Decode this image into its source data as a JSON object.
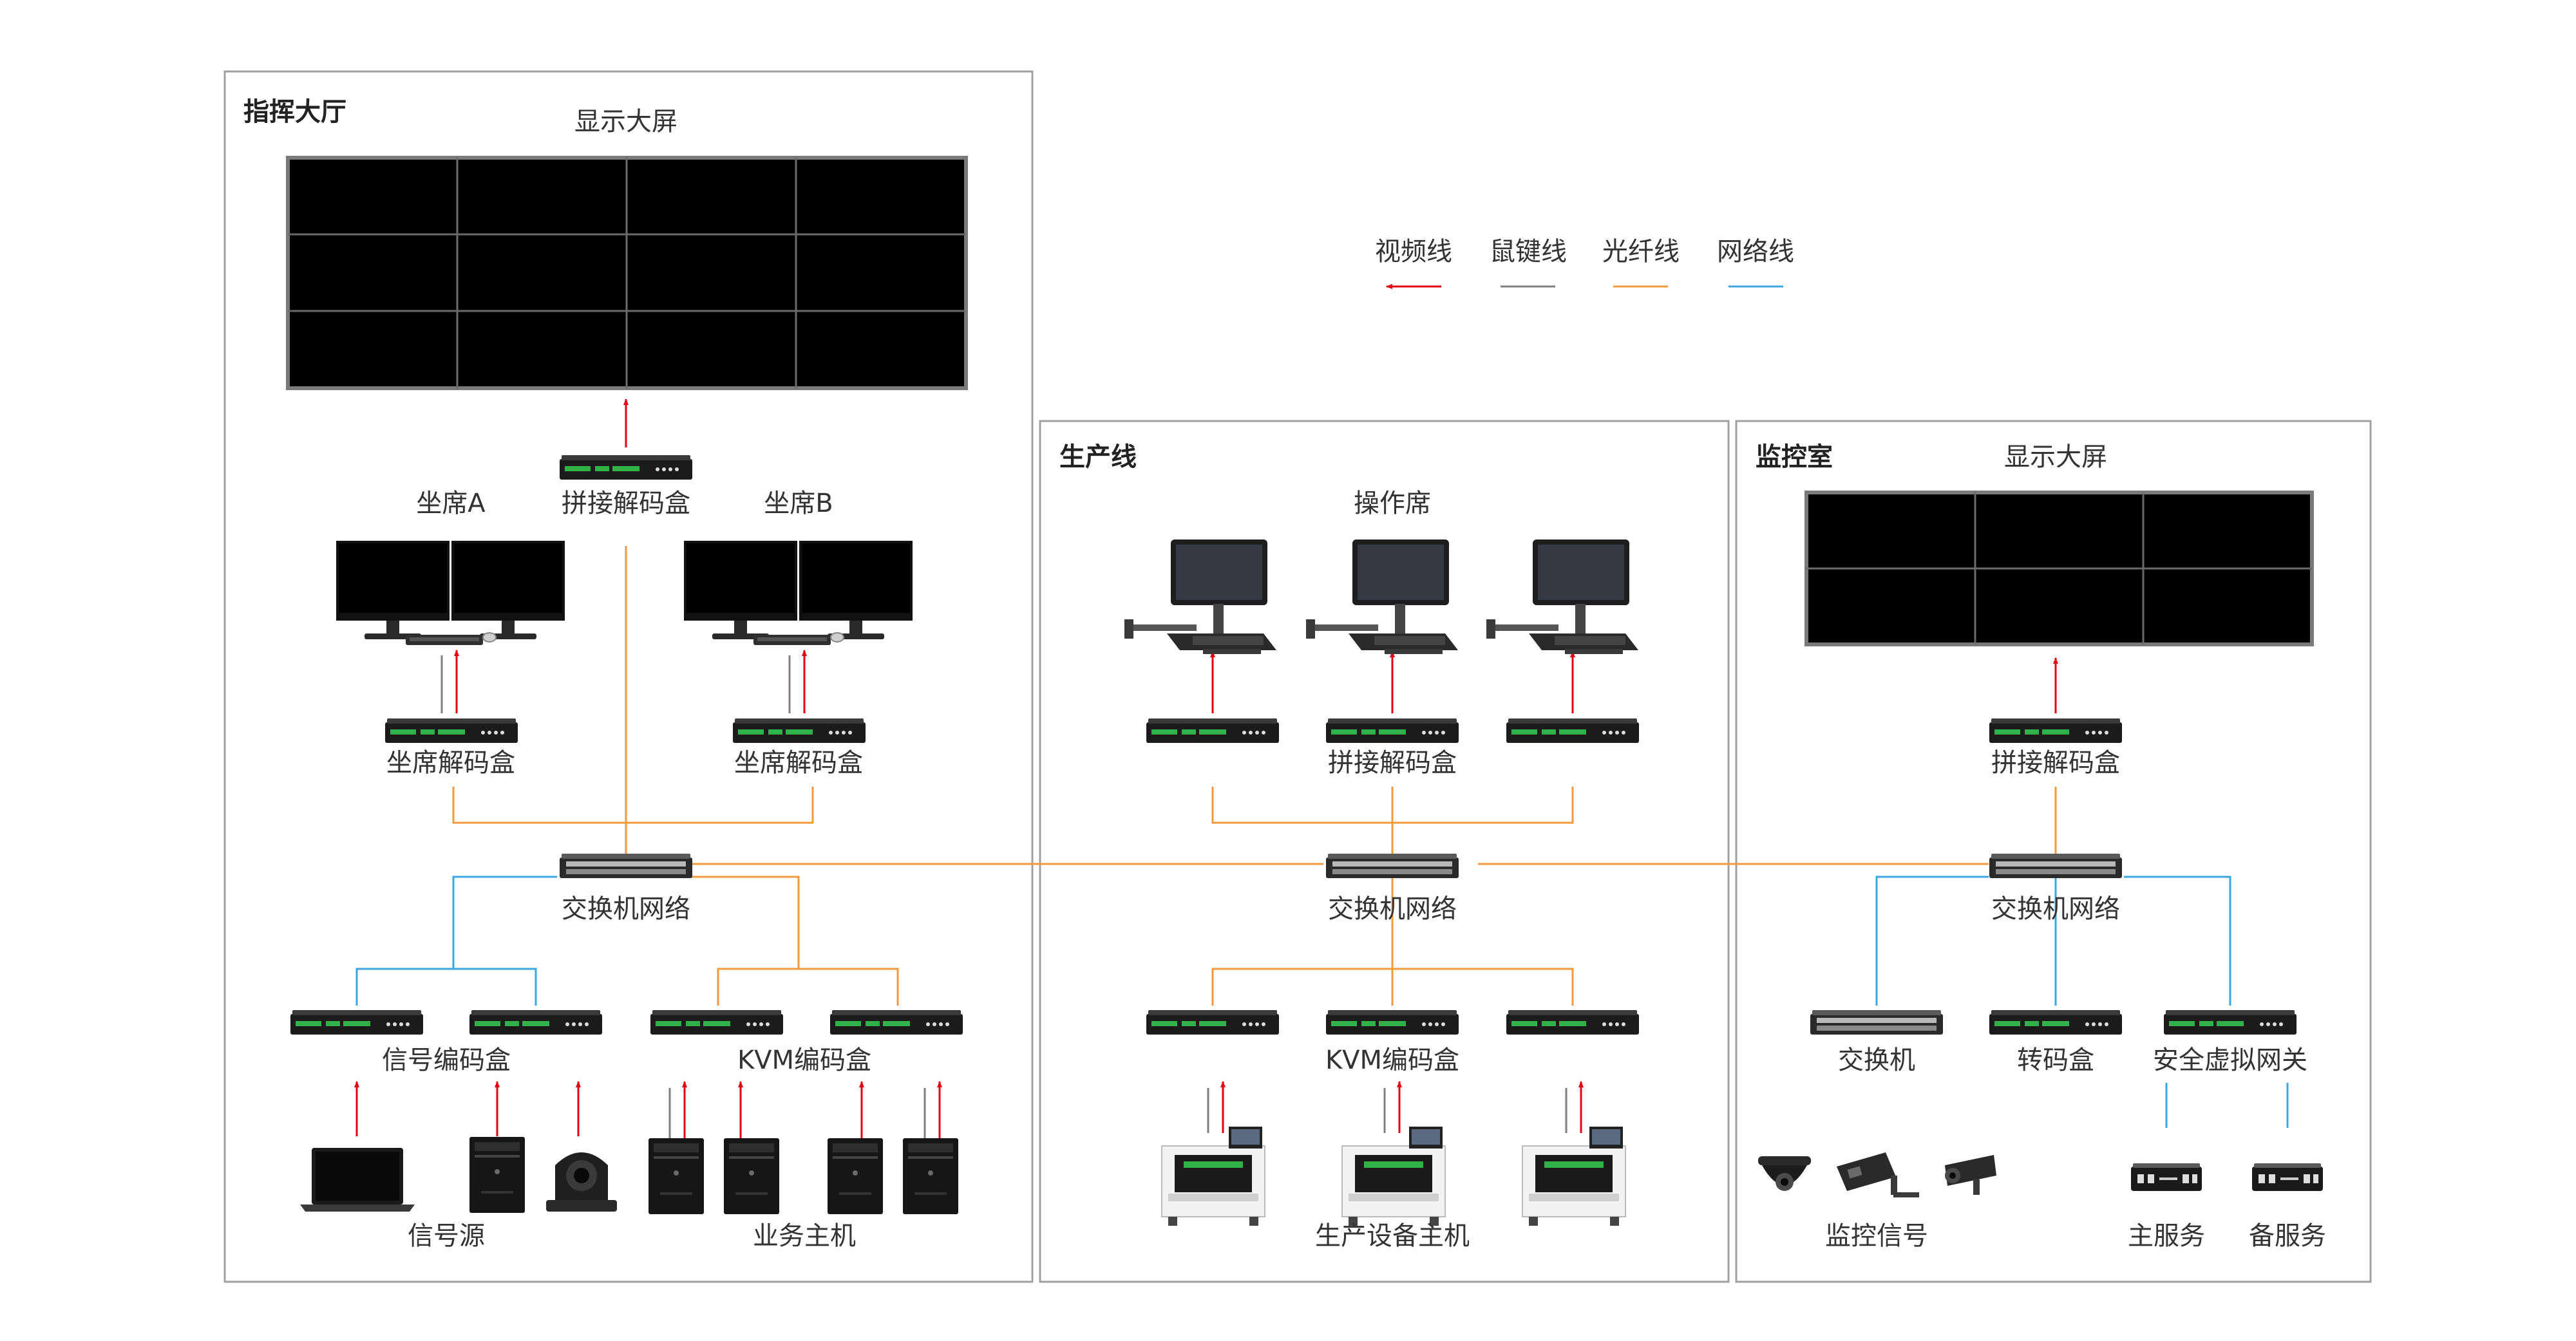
{
  "colors": {
    "video": "#e60012",
    "kvm": "#7f7f7f",
    "fiber": "#f39a3c",
    "network": "#3aa6dd",
    "panel_border": "#a0a0a0",
    "screen_fill": "#000000"
  },
  "legend": {
    "video": "视频线",
    "kvm": "鼠键线",
    "fiber": "光纤线",
    "network": "网络线"
  },
  "command_hall": {
    "title": "指挥大厅",
    "screen_label": "显示大屏",
    "splice_decoder": "拼接解码盒",
    "seat_a": "坐席A",
    "seat_b": "坐席B",
    "seat_decoder": "坐席解码盒",
    "switch_network": "交换机网络",
    "signal_encoder": "信号编码盒",
    "kvm_encoder": "KVM编码盒",
    "signal_source": "信号源",
    "business_host": "业务主机"
  },
  "production_line": {
    "title": "生产线",
    "operator_station": "操作席",
    "splice_decoder": "拼接解码盒",
    "switch_network": "交换机网络",
    "kvm_encoder": "KVM编码盒",
    "production_host": "生产设备主机"
  },
  "monitor_room": {
    "title": "监控室",
    "screen_label": "显示大屏",
    "splice_decoder": "拼接解码盒",
    "switch_network": "交换机网络",
    "switch": "交换机",
    "transcoder": "转码盒",
    "security_gateway": "安全虚拟网关",
    "monitor_signal": "监控信号",
    "main_server": "主服务",
    "backup_server": "备服务"
  },
  "icons": [
    "video-wall-icon",
    "decoder-box-icon",
    "network-switch-icon",
    "monitor-icon",
    "keyboard-icon",
    "mouse-icon",
    "laptop-icon",
    "pc-tower-icon",
    "ptz-camera-icon",
    "dome-camera-icon",
    "bullet-camera-icon",
    "operator-console-icon",
    "smt-machine-icon",
    "server-icon"
  ]
}
